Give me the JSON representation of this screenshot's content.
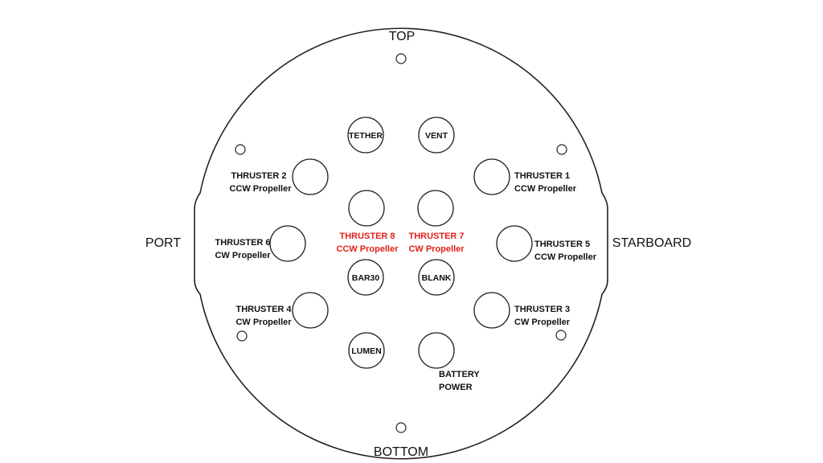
{
  "directions": {
    "top": "TOP",
    "bottom": "BOTTOM",
    "port": "PORT",
    "starboard": "STARBOARD"
  },
  "ports": {
    "tether": "TETHER",
    "vent": "VENT",
    "bar30": "BAR30",
    "blank": "BLANK",
    "lumen": "LUMEN",
    "battery_power": {
      "line1": "BATTERY",
      "line2": "POWER"
    },
    "thruster1": {
      "line1": "THRUSTER 1",
      "line2": "CCW Propeller"
    },
    "thruster2": {
      "line1": "THRUSTER 2",
      "line2": "CCW Propeller"
    },
    "thruster3": {
      "line1": "THRUSTER 3",
      "line2": "CW Propeller"
    },
    "thruster4": {
      "line1": "THRUSTER 4",
      "line2": "CW Propeller"
    },
    "thruster5": {
      "line1": "THRUSTER 5",
      "line2": "CCW Propeller"
    },
    "thruster6": {
      "line1": "THRUSTER 6",
      "line2": "CW Propeller"
    },
    "thruster7": {
      "line1": "THRUSTER 7",
      "line2": "CW Propeller"
    },
    "thruster8": {
      "line1": "THRUSTER 8",
      "line2": "CCW Propeller"
    }
  },
  "colors": {
    "highlight": "#e0211b",
    "line": "#222222"
  }
}
